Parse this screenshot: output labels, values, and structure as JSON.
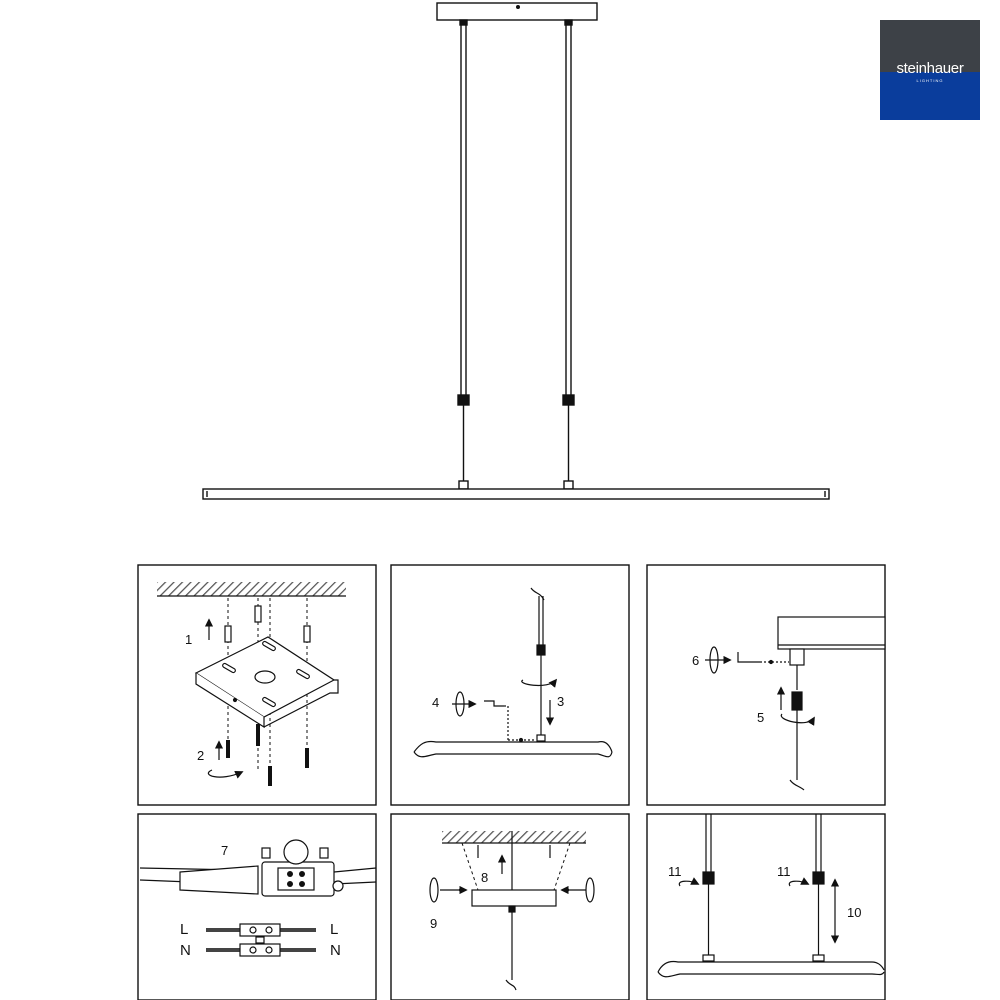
{
  "brand": {
    "name": "steinhauer",
    "sub": "LIGHTING",
    "color_top": "#3d4147",
    "color_bottom": "#0a3d9c"
  },
  "steps": {
    "s1": "1",
    "s2": "2",
    "s3": "3",
    "s4": "4",
    "s5": "5",
    "s6": "6",
    "s7": "7",
    "s8": "8",
    "s9": "9",
    "s10": "10",
    "s11a": "11",
    "s11b": "11"
  },
  "wires": {
    "l_left": "L",
    "l_right": "L",
    "n_left": "N",
    "n_right": "N"
  }
}
